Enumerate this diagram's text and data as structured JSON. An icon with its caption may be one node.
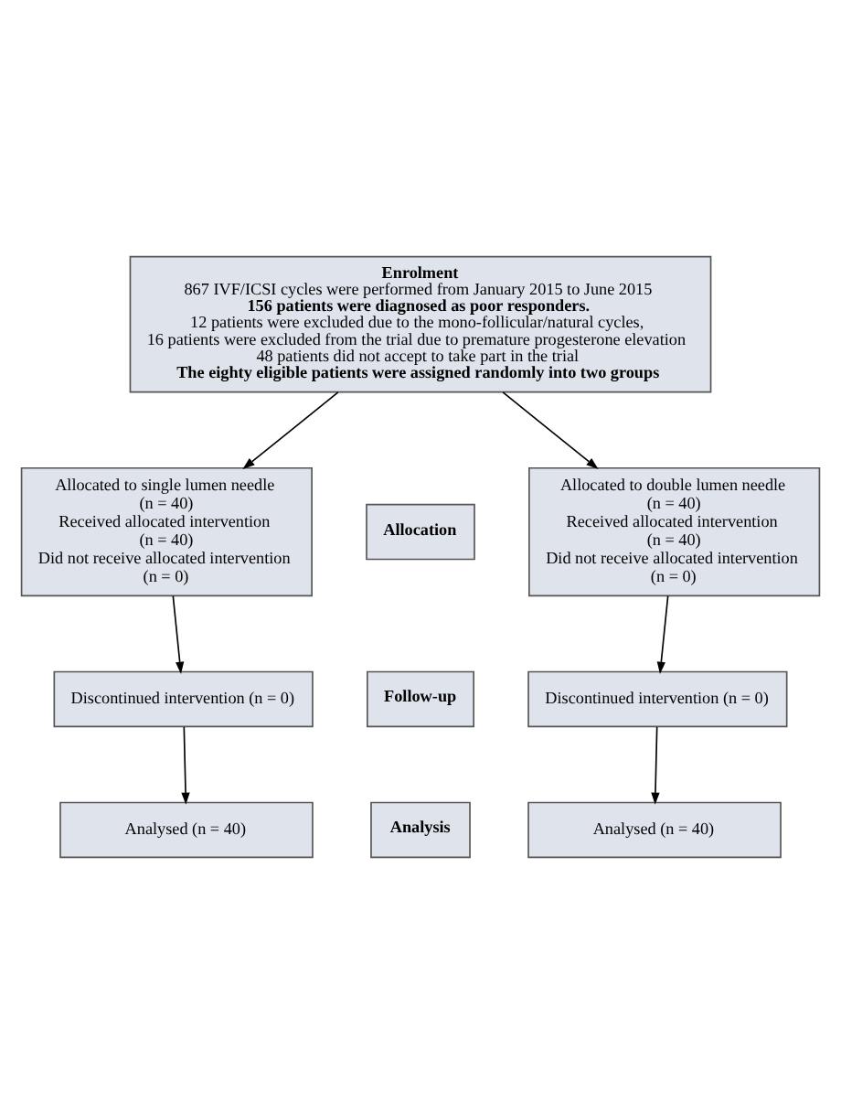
{
  "diagram": {
    "nodes": [
      {
        "text": [
          "Enrolment",
          "867 IVF/ICSI cycles were performed from January 2015 to June 2015",
          "156 patients were diagnosed as poor responders.",
          "12 patients were excluded due to the mono-follicular/natural cycles,",
          "16 patients were excluded from the trial due to premature progesterone elevation",
          "48 patients did not accept to take part in the trial",
          "The eighty eligible patients were assigned randomly into two groups"
        ]
      },
      {
        "text": [
          "Allocated to single lumen needle",
          "(n = 40)",
          "Received allocated intervention",
          "(n = 40)",
          "Did not receive allocated intervention",
          "(n = 0)"
        ]
      },
      {
        "text": [
          "Allocation"
        ]
      },
      {
        "text": [
          "Allocated to double lumen needle",
          "(n = 40)",
          "Received allocated intervention",
          "(n = 40)",
          "Did not receive allocated intervention",
          "(n = 0)"
        ]
      },
      {
        "text": [
          "Discontinued intervention (n = 0)"
        ]
      },
      {
        "text": [
          "Follow-up"
        ]
      },
      {
        "text": [
          "Discontinued intervention (n = 0)"
        ]
      },
      {
        "text": [
          "Analysed (n = 40)"
        ]
      },
      {
        "text": [
          "Analysis"
        ]
      },
      {
        "text": [
          "Analysed (n = 40)"
        ]
      }
    ],
    "edges": [
      {
        "from": 0,
        "to": 1,
        "arrow": "to"
      },
      {
        "from": 0,
        "to": 3,
        "arrow": "to"
      },
      {
        "from": 1,
        "to": 4,
        "arrow": "to"
      },
      {
        "from": 3,
        "to": 6,
        "arrow": "to"
      },
      {
        "from": 4,
        "to": 7,
        "arrow": "to"
      },
      {
        "from": 6,
        "to": 9,
        "arrow": "to"
      }
    ]
  }
}
